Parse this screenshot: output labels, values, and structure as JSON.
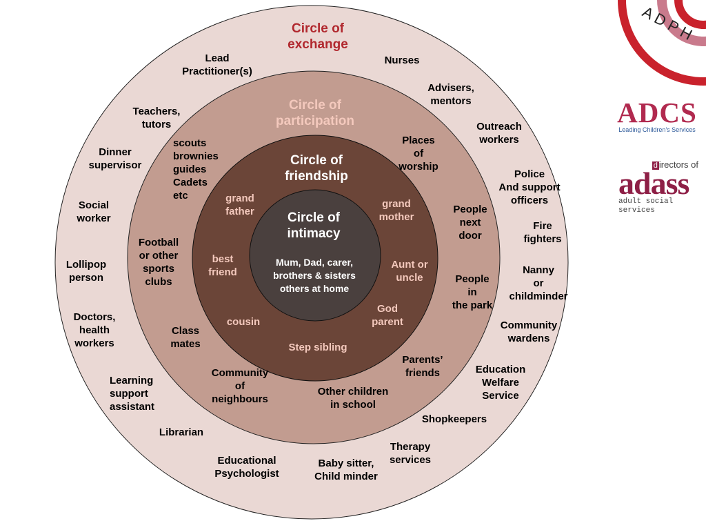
{
  "circles": {
    "exchange": {
      "title": "Circle of\nexchange",
      "color": "#ead8d4",
      "labels": [
        "Lead\nPractitioner(s)",
        "Nurses",
        "Advisers,\nmentors",
        "Teachers,\ntutors",
        "Outreach\nworkers",
        "Dinner\nsupervisor",
        "Police\nAnd support\nofficers",
        "Social\nworker",
        "Fire\nfighters",
        "Lollipop\nperson",
        "Nanny\nor\nchildminder",
        "Doctors,\nhealth\nworkers",
        "Community\nwardens",
        "Education\nWelfare\nService",
        "Learning\nsupport\nassistant",
        "Shopkeepers",
        "Librarian",
        "Therapy\nservices",
        "Educational\nPsychologist",
        "Baby sitter,\nChild minder"
      ]
    },
    "participation": {
      "title": "Circle of\nparticipation",
      "color": "#c29c90",
      "labels": [
        "scouts\nbrownies\nguides\nCadets\netc",
        "Places\nof\nworship",
        "People\nnext\ndoor",
        "Football\nor other\nsports\nclubs",
        "People\nin\nthe park",
        "Class\nmates",
        "Parents’\nfriends",
        "Community\nof\nneighbours",
        "Other children\nin school"
      ]
    },
    "friendship": {
      "title": "Circle of\nfriendship",
      "color": "#6b4538",
      "labels": [
        "grand\nfather",
        "grand\nmother",
        "best\nfriend",
        "Aunt or\nuncle",
        "God\nparent",
        "cousin",
        "Step sibling"
      ]
    },
    "intimacy": {
      "title": "Circle of\nintimacy",
      "color": "#4a403e",
      "labels": [
        "Mum, Dad, carer,\nbrothers & sisters\nothers at home"
      ]
    }
  },
  "logos": {
    "adph": "A D P H",
    "adcs": {
      "name": "ADCS",
      "tagline": "Leading Children’s Services"
    },
    "adass": {
      "top": "irectors of",
      "top_initial": "d",
      "name": "adass",
      "tagline": "adult social services"
    }
  }
}
